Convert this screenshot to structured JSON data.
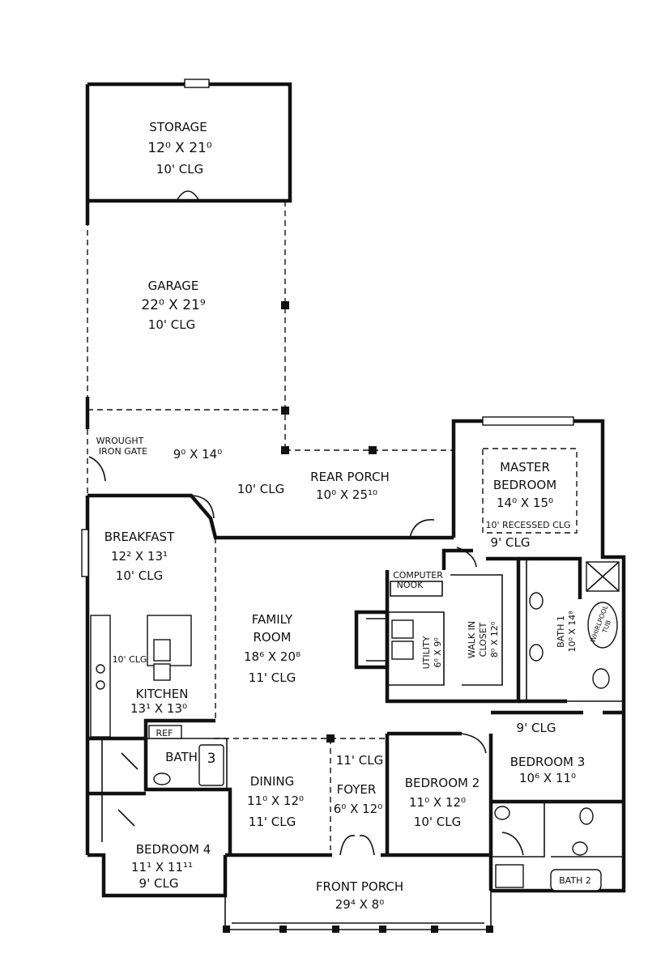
{
  "rooms": {
    "storage": {
      "name": "STORAGE",
      "size": "12⁰ X 21⁰",
      "ceiling": "10' CLG"
    },
    "garage": {
      "name": "GARAGE",
      "size": "22⁰ X 21⁹",
      "ceiling": "10' CLG"
    },
    "gate": {
      "line1": "WROUGHT",
      "line2": "IRON GATE"
    },
    "side_porch": {
      "size": "9⁰ X 14⁰",
      "ceiling": "10' CLG"
    },
    "rear_porch": {
      "name": "REAR PORCH",
      "size": "10⁰ X 25¹⁰"
    },
    "master": {
      "line1": "MASTER",
      "line2": "BEDROOM",
      "size": "14⁰ X 15⁰",
      "recessed": "10' RECESSED CLG",
      "ceiling": "9' CLG"
    },
    "breakfast": {
      "name": "BREAKFAST",
      "size": "12² X 13¹",
      "ceiling": "10' CLG"
    },
    "computer": {
      "line1": "COMPUTER",
      "line2": "NOOK"
    },
    "family": {
      "line1": "FAMILY",
      "line2": "ROOM",
      "size": "18⁶ X 20⁸",
      "ceiling": "11' CLG"
    },
    "utility": {
      "name": "UTILITY",
      "size": "6⁰ X 9⁰"
    },
    "walkin": {
      "line1": "WALK IN",
      "line2": "CLOSET",
      "size": "8⁰ X 12⁰"
    },
    "bath1": {
      "name": "BATH 1",
      "size": "10⁰ X 14⁸"
    },
    "tub": {
      "line1": "WHIRLPOOL",
      "line2": "TUB"
    },
    "kitchen": {
      "ceiling": "10' CLG",
      "name": "KITCHEN",
      "size": "13¹ X 13⁰"
    },
    "ref": {
      "name": "REF"
    },
    "bath3": {
      "name": "BATH",
      "num": "3"
    },
    "dining": {
      "name": "DINING",
      "size": "11⁰ X 12⁰",
      "ceiling": "11' CLG"
    },
    "foyer": {
      "ceiling": "11' CLG",
      "name": "FOYER",
      "size": "6⁰ X 12⁰"
    },
    "bedroom2": {
      "name": "BEDROOM 2",
      "size": "11⁰ X 12⁰",
      "ceiling": "10' CLG"
    },
    "bedroom3": {
      "ceiling": "9' CLG",
      "name": "BEDROOM 3",
      "size": "10⁶ X 11⁰"
    },
    "bedroom4": {
      "name": "BEDROOM 4",
      "size": "11¹ X 11¹¹",
      "ceiling": "9' CLG"
    },
    "front_porch": {
      "name": "FRONT PORCH",
      "size": "29⁴ X 8⁰"
    },
    "bath2": {
      "name": "BATH 2"
    }
  }
}
